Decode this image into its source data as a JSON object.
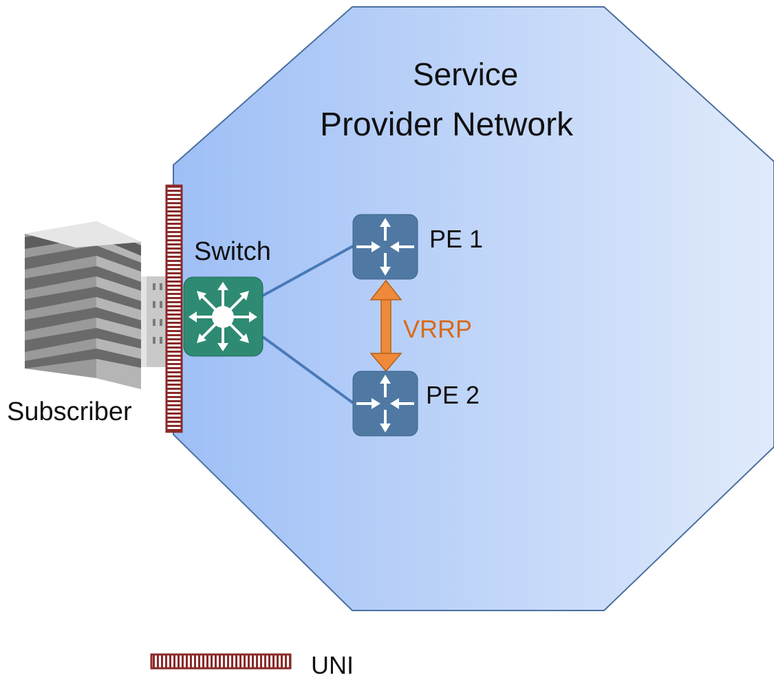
{
  "diagram": {
    "title_line1": "Service",
    "title_line2": "Provider Network",
    "nodes": {
      "switch": "Switch",
      "pe1": "PE 1",
      "pe2": "PE 2",
      "subscriber": "Subscriber"
    },
    "protocol_label": "VRRP",
    "legend_label": "UNI",
    "colors": {
      "network_fill_left": "#9ebff6",
      "network_fill_right": "#dfe9fb",
      "network_stroke": "#4a6f9f",
      "switch_fill": "#2e8a72",
      "router_fill": "#4f79a3",
      "link_color": "#4a7ab8",
      "vrrp_color": "#ee8a3a",
      "vrrp_text": "#d86a1a",
      "uni_color": "#8b2a2a"
    }
  }
}
